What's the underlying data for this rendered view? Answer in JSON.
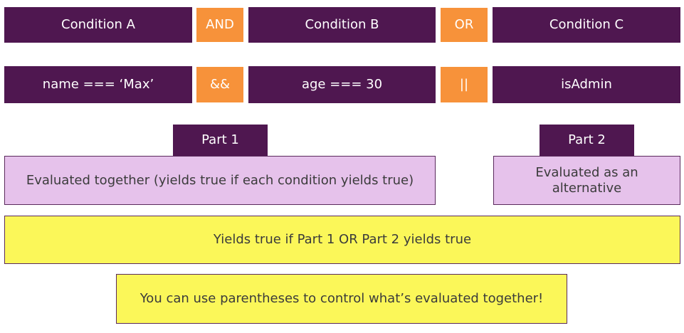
{
  "row1": {
    "condition_a": "Condition A",
    "and": "AND",
    "condition_b": "Condition B",
    "or": "OR",
    "condition_c": "Condition C"
  },
  "row2": {
    "expr_a": "name === ‘Max’",
    "and_op": "&&",
    "expr_b": "age === 30",
    "or_op": "||",
    "expr_c": "isAdmin"
  },
  "part1": {
    "label": "Part 1",
    "description": "Evaluated together (yields true if each condition yields true)"
  },
  "part2": {
    "label": "Part 2",
    "description": "Evaluated as an alternative"
  },
  "result": "Yields true if Part 1 OR Part 2 yields true",
  "tip": "You can use parentheses to control what’s evaluated together!",
  "colors": {
    "purple": "#4f1750",
    "orange": "#f7923a",
    "pink": "#e6c2eb",
    "yellow": "#fbf759"
  }
}
